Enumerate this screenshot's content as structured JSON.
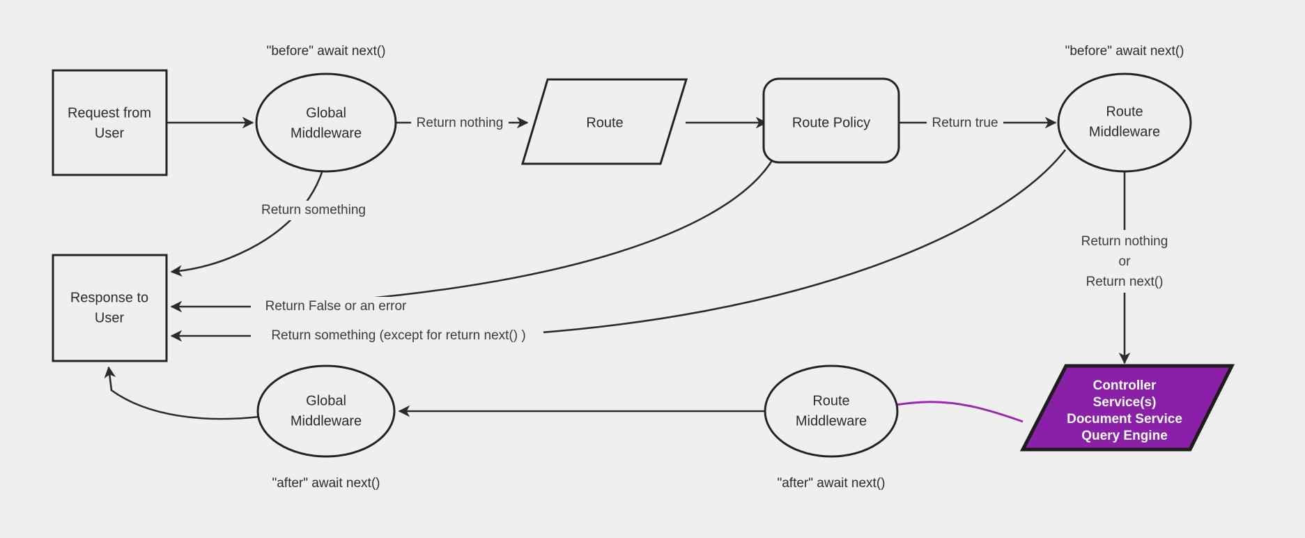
{
  "diagram": {
    "title": "Request lifecycle middleware flow",
    "background_color": "#efefef",
    "stroke_color": "#232323",
    "accent_color": "#8a1fa8",
    "accent_edge_color": "#9b27b0",
    "accent_text_color": "#ffffff"
  },
  "nodes": {
    "request_from_user": {
      "line1": "Request from",
      "line2": "User",
      "shape": "rectangle"
    },
    "global_middleware_before": {
      "line1": "Global",
      "line2": "Middleware",
      "shape": "ellipse"
    },
    "route": {
      "line1": "Route",
      "shape": "parallelogram"
    },
    "route_policy": {
      "line1": "Route Policy",
      "shape": "rounded-rectangle"
    },
    "route_middleware_before": {
      "line1": "Route",
      "line2": "Middleware",
      "shape": "ellipse"
    },
    "controller_services": {
      "line1": "Controller",
      "line2": "Service(s)",
      "line3": "Document Service",
      "line4": "Query Engine",
      "shape": "parallelogram"
    },
    "route_middleware_after": {
      "line1": "Route",
      "line2": "Middleware",
      "shape": "ellipse"
    },
    "global_middleware_after": {
      "line1": "Global",
      "line2": "Middleware",
      "shape": "ellipse"
    },
    "response_to_user": {
      "line1": "Response to",
      "line2": "User",
      "shape": "rectangle"
    }
  },
  "notes": {
    "before_global": "\"before\" await next()",
    "before_route": "\"before\" await next()",
    "after_global": "\"after\" await next()",
    "after_route": "\"after\" await next()"
  },
  "edge_labels": {
    "return_nothing": "Return nothing",
    "return_true": "Return true",
    "return_something_global": "Return something",
    "return_false_or_error": "Return False or an error",
    "return_something_except_next": "Return something (except for return next() )",
    "return_nothing_or_next_line1": "Return nothing",
    "return_nothing_or_next_line2": "or",
    "return_nothing_or_next_line3": "Return next()"
  }
}
